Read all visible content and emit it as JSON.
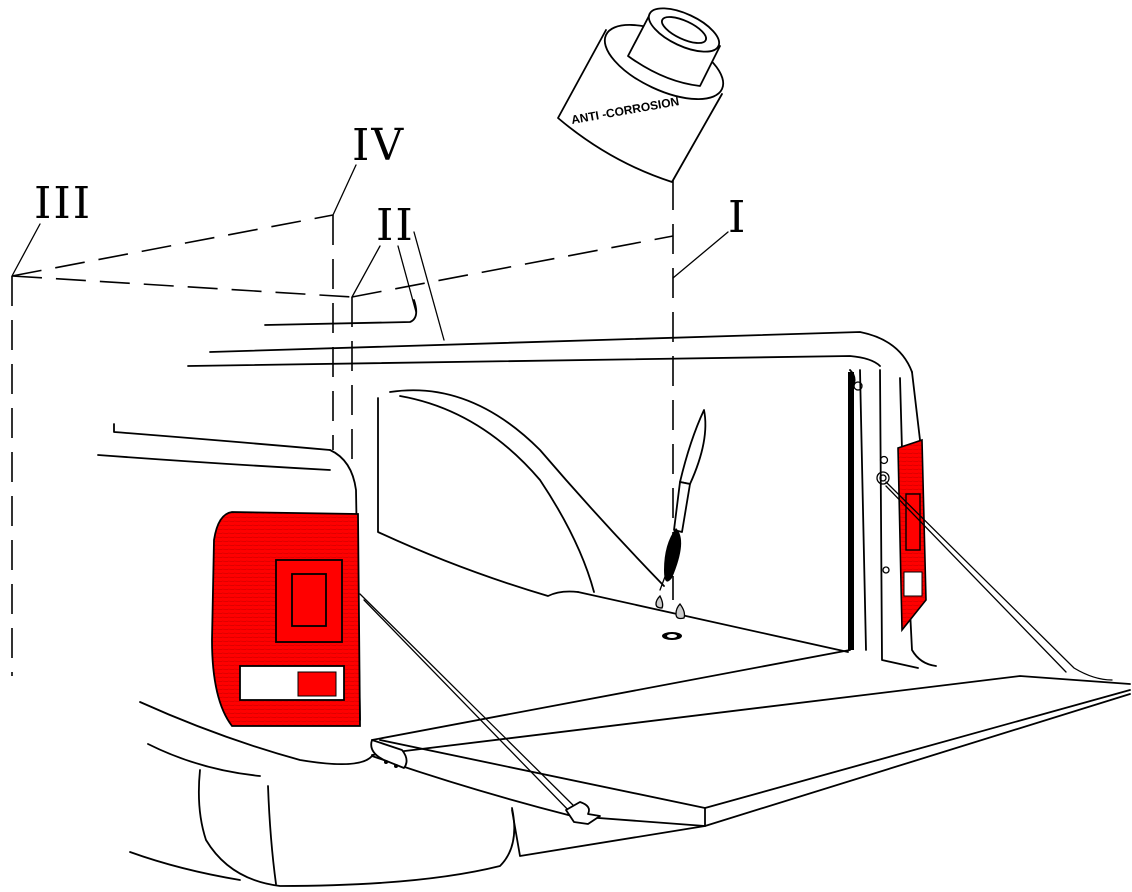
{
  "callouts": {
    "point_1": "I",
    "point_2": "II",
    "point_3": "III",
    "point_4": "IV"
  },
  "product": {
    "can_label": "ANTI -CORROSION"
  },
  "colors": {
    "lamp_red": "#ff0000",
    "line": "#000000",
    "background": "#ffffff"
  }
}
